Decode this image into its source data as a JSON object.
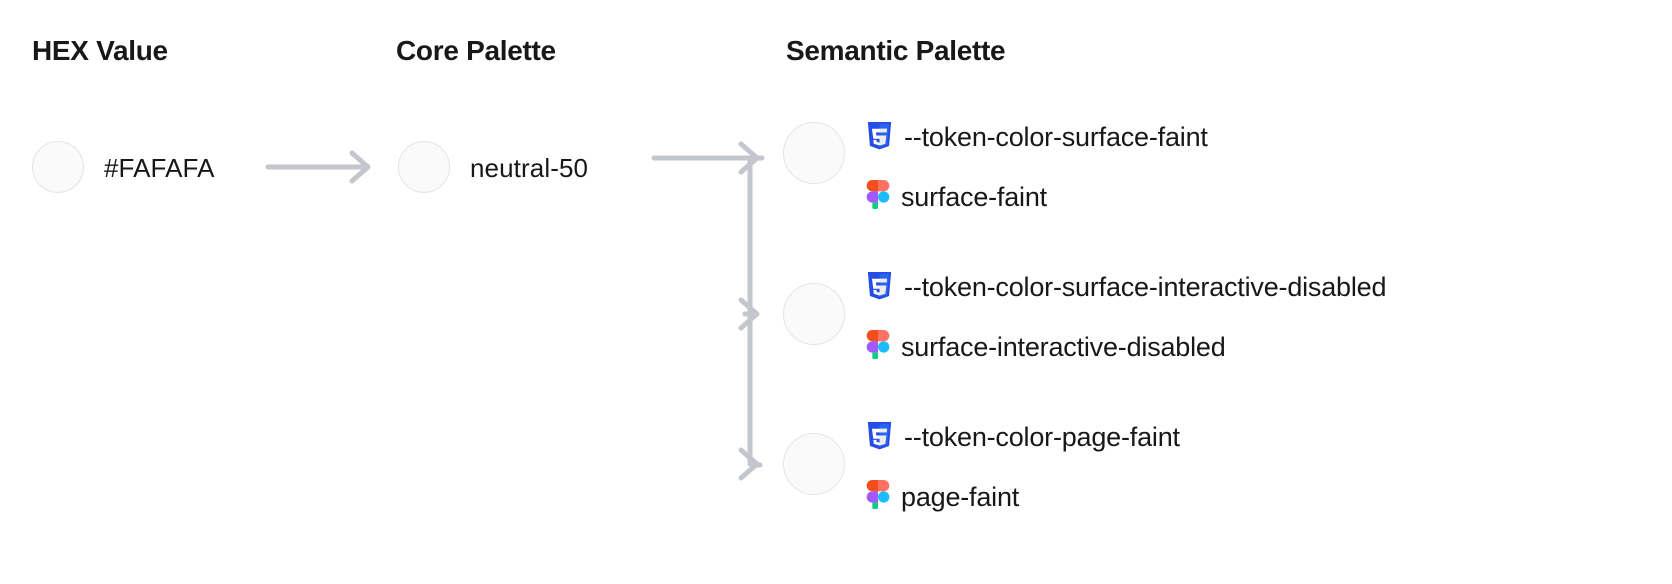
{
  "columns": {
    "hex": {
      "heading": "HEX Value"
    },
    "core": {
      "heading": "Core Palette"
    },
    "semantic": {
      "heading": "Semantic Palette"
    }
  },
  "hex": {
    "value": "#FAFAFA",
    "swatch_color": "#FAFAFA"
  },
  "core": {
    "value": "neutral-50",
    "swatch_color": "#FAFAFA"
  },
  "semantic": {
    "tokens": [
      {
        "swatch_color": "#FAFAFA",
        "css_icon": "css3-icon",
        "css_token": "--token-color-surface-faint",
        "figma_icon": "figma-icon",
        "figma_token": "surface-faint"
      },
      {
        "swatch_color": "#FAFAFA",
        "css_icon": "css3-icon",
        "css_token": "--token-color-surface-interactive-disabled",
        "figma_icon": "figma-icon",
        "figma_token": "surface-interactive-disabled"
      },
      {
        "swatch_color": "#FAFAFA",
        "css_icon": "css3-icon",
        "css_token": "--token-color-page-faint",
        "figma_icon": "figma-icon",
        "figma_token": "page-faint"
      }
    ]
  },
  "connectors": {
    "arrow_color": "#C4C6CE",
    "description": "hex-to-core arrow, core-to-semantic branching arrows"
  },
  "colors": {
    "text": "#18181B",
    "swatch_fill": "#FAFAFA",
    "swatch_border": "#E4E4E7",
    "connector": "#C4C6CE",
    "css_blue": "#264DE4",
    "css_blue_dark": "#2965F1",
    "figma_orange": "#F24E1E",
    "figma_salmon": "#FF7262",
    "figma_purple": "#A259FF",
    "figma_blue": "#1ABCFE",
    "figma_green": "#0ACF83"
  }
}
